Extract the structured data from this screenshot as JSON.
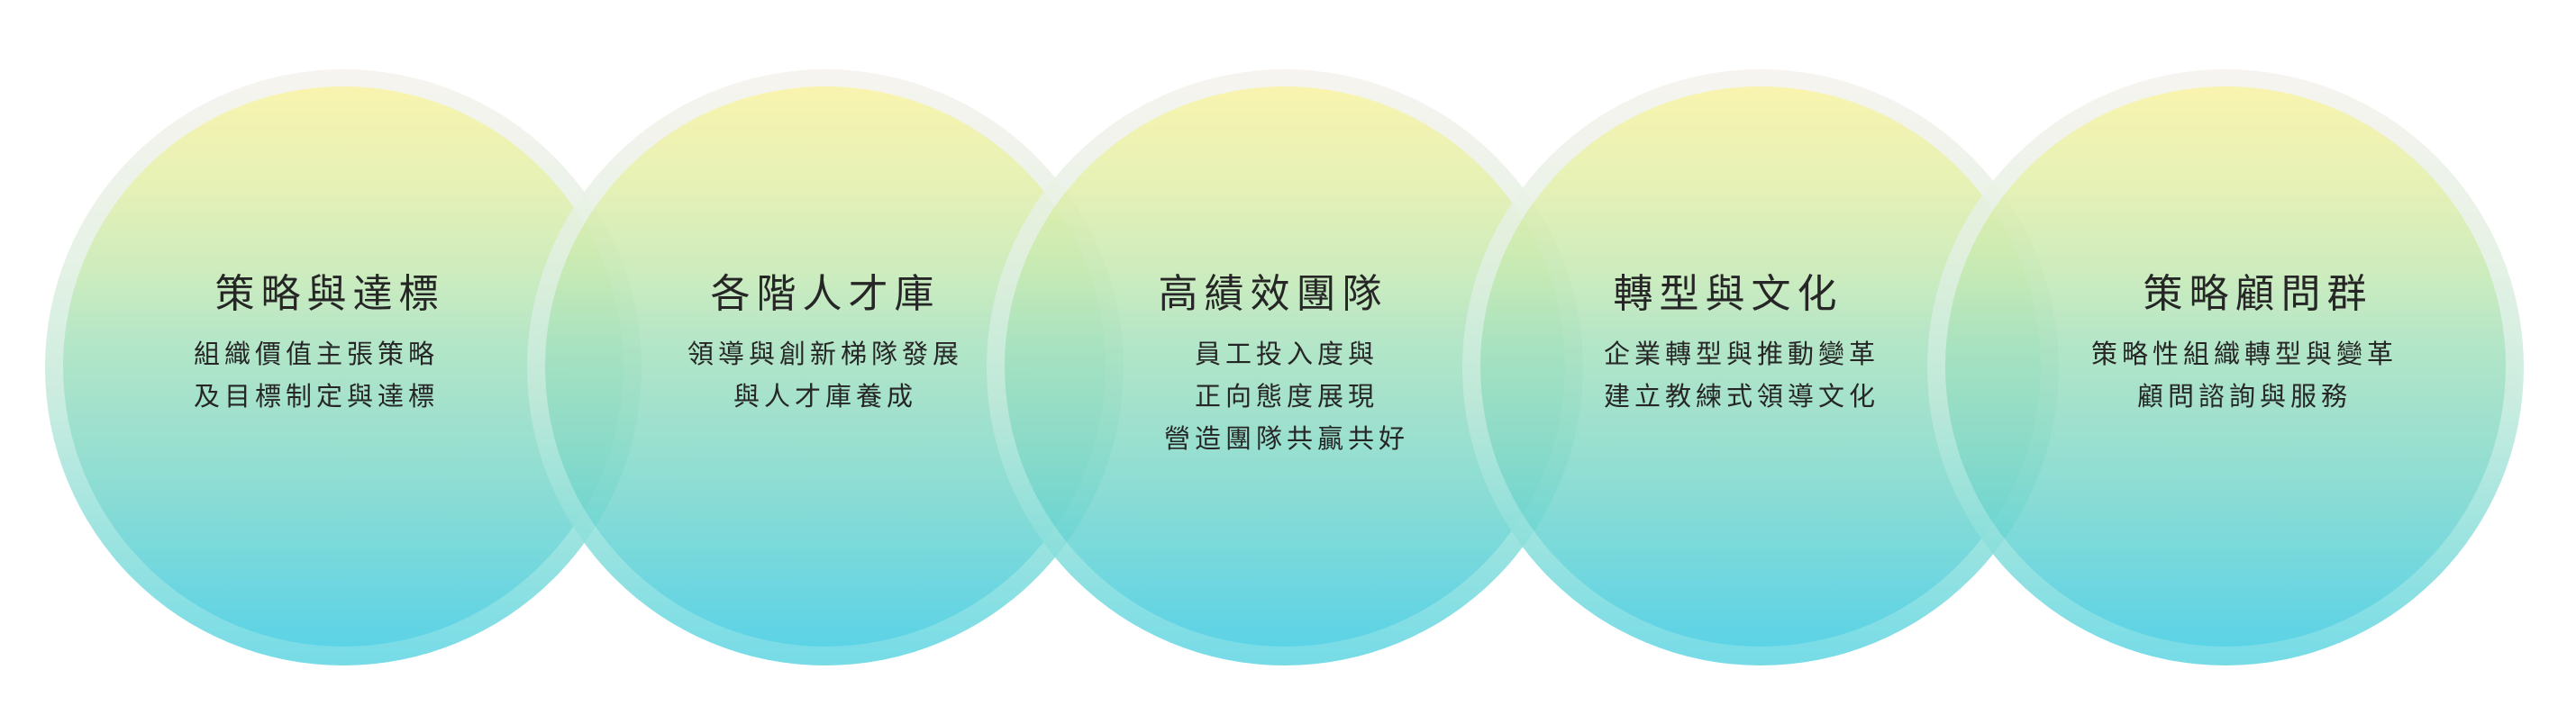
{
  "diagram": {
    "colors": {
      "gradient_top": "#f8f3a2",
      "gradient_mid": "#a8e2bf",
      "gradient_bottom": "#42cce2",
      "ring": "#eef4ec",
      "text": "#262626"
    },
    "circles": [
      {
        "title": "策略與達標",
        "lines": [
          "組織價值主張策略",
          "及目標制定與達標"
        ]
      },
      {
        "title": "各階人才庫",
        "lines": [
          "領導與創新梯隊發展",
          "與人才庫養成"
        ]
      },
      {
        "title": "高績效團隊",
        "lines": [
          "員工投入度與",
          "正向態度展現",
          "營造團隊共贏共好"
        ]
      },
      {
        "title": "轉型與文化",
        "lines": [
          "企業轉型與推動變革",
          "建立教練式領導文化"
        ]
      },
      {
        "title": "策略顧問群",
        "lines": [
          "策略性組織轉型與變革",
          "顧問諮詢與服務"
        ]
      }
    ]
  }
}
